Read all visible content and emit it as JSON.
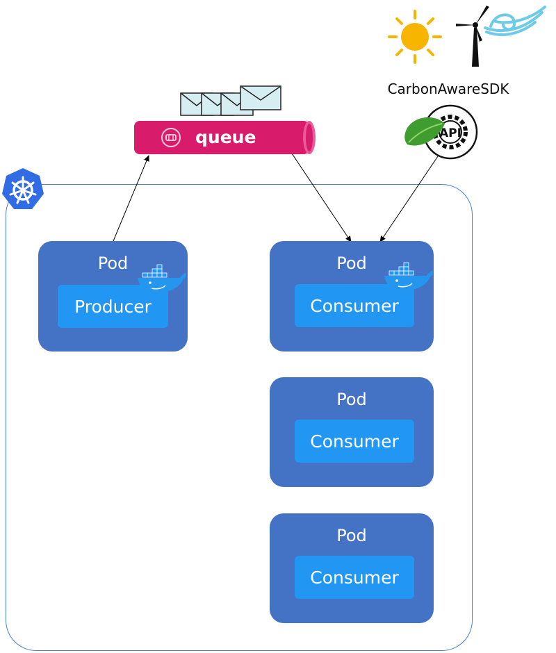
{
  "queue": {
    "label": "queue"
  },
  "sdk": {
    "label": "CarbonAwareSDK"
  },
  "pods": [
    {
      "label": "Pod",
      "inner": "Producer"
    },
    {
      "label": "Pod",
      "inner": "Consumer"
    },
    {
      "label": "Pod",
      "inner": "Consumer"
    },
    {
      "label": "Pod",
      "inner": "Consumer"
    }
  ],
  "icons": {
    "cluster": "kubernetes-icon",
    "container": "docker-whale-icon",
    "messages": "envelope-icon",
    "sun": "sun-icon",
    "wind": "wind-turbine-icon",
    "waves": "wave-icon",
    "api": "api-gear-icon",
    "leaf": "leaf-icon"
  },
  "colors": {
    "pod": "#4472c4",
    "inner": "#2196f3",
    "queue": "#d81b6a",
    "cluster_border": "#4a7fd6",
    "sun": "#f7b500",
    "waves": "#6ecbe8"
  }
}
